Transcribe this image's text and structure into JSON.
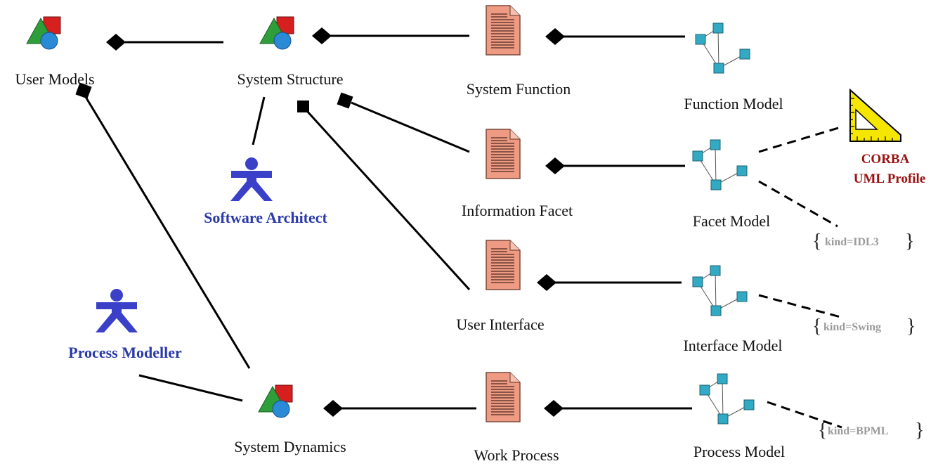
{
  "colors": {
    "role": "#2a3aa8",
    "actor": "#3a40c8",
    "profile": "#9a1010",
    "doc_fill": "#ef9a83",
    "doc_stroke": "#7a4a3a",
    "node": "#33aac4",
    "tagged": "#9a9a9a",
    "ruler": "#f5e600"
  },
  "nodes": {
    "user_models": "User Models",
    "system_structure": "System Structure",
    "system_function": "System Function",
    "function_model": "Function Model",
    "information_facet": "Information Facet",
    "facet_model": "Facet Model",
    "user_interface": "User Interface",
    "interface_model": "Interface Model",
    "system_dynamics": "System Dynamics",
    "work_process": "Work Process",
    "process_model": "Process Model"
  },
  "roles": {
    "software_architect": "Software Architect",
    "process_modeller": "Process Modeller"
  },
  "profile": {
    "line1": "CORBA",
    "line2": "UML Profile"
  },
  "tagged_values": {
    "idl3": "kind=IDL3",
    "swing": "kind=Swing",
    "bpml": "kind=BPML"
  },
  "icons": {
    "package": "shapes-icon",
    "document": "document-icon",
    "model": "network-model-icon",
    "actor": "actor-icon",
    "profile": "ruler-triangle-icon"
  }
}
